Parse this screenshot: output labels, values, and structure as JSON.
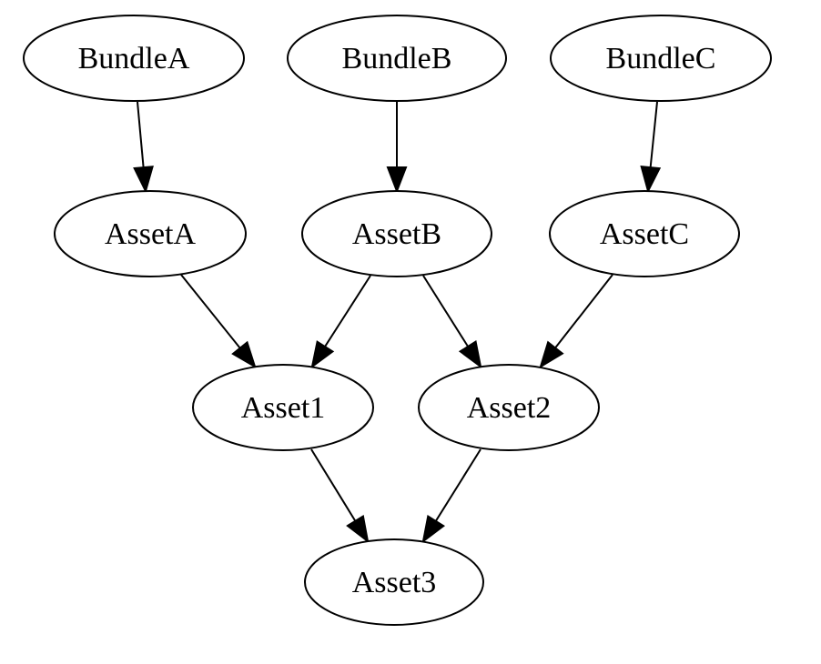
{
  "diagram": {
    "nodes": [
      {
        "id": "bundle_a",
        "label": "BundleA"
      },
      {
        "id": "bundle_b",
        "label": "BundleB"
      },
      {
        "id": "bundle_c",
        "label": "BundleC"
      },
      {
        "id": "asset_a",
        "label": "AssetA"
      },
      {
        "id": "asset_b",
        "label": "AssetB"
      },
      {
        "id": "asset_c",
        "label": "AssetC"
      },
      {
        "id": "asset_1",
        "label": "Asset1"
      },
      {
        "id": "asset_2",
        "label": "Asset2"
      },
      {
        "id": "asset_3",
        "label": "Asset3"
      }
    ],
    "edges": [
      {
        "from": "bundle_a",
        "to": "asset_a"
      },
      {
        "from": "bundle_b",
        "to": "asset_b"
      },
      {
        "from": "bundle_c",
        "to": "asset_c"
      },
      {
        "from": "asset_a",
        "to": "asset_1"
      },
      {
        "from": "asset_b",
        "to": "asset_1"
      },
      {
        "from": "asset_b",
        "to": "asset_2"
      },
      {
        "from": "asset_c",
        "to": "asset_2"
      },
      {
        "from": "asset_1",
        "to": "asset_3"
      },
      {
        "from": "asset_2",
        "to": "asset_3"
      }
    ],
    "colors": {
      "stroke": "#000000",
      "fill": "#ffffff",
      "text": "#000000"
    }
  }
}
